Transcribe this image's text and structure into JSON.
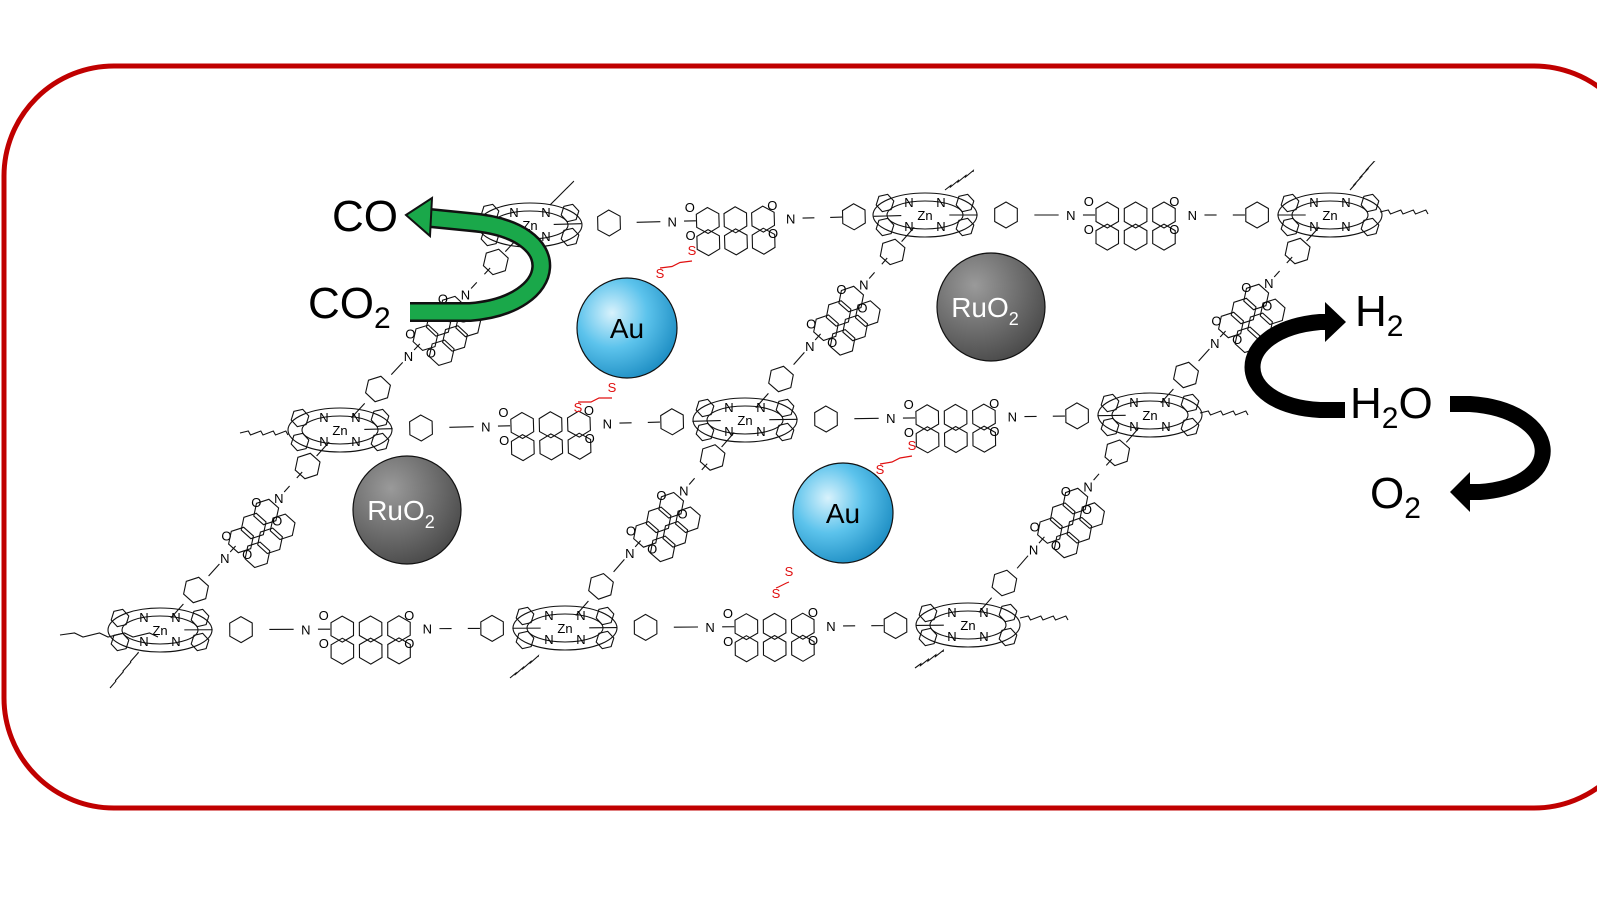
{
  "colors": {
    "frame": "#c00000",
    "co2_arrow": "#1aa84a",
    "water_arrows": "#000000",
    "au": "#3fb2e4",
    "ruo2": "#6e6e6e",
    "disulfide": "#e01010"
  },
  "reactions": {
    "co2_reduction": {
      "reactant_base": "CO",
      "reactant_sub": "2",
      "product": "CO"
    },
    "water_splitting": {
      "reactant_h": "H",
      "reactant_sub": "2",
      "reactant_o": "O",
      "product_h2_base": "H",
      "product_h2_sub": "2",
      "product_o2_base": "O",
      "product_o2_sub": "2"
    }
  },
  "particles": {
    "au_label": "Au",
    "ruo2_base": "RuO",
    "ruo2_sub": "2"
  },
  "framework": {
    "metal": "Zn",
    "nitrogen": "N",
    "oxygen": "O",
    "sulfur": "S"
  }
}
